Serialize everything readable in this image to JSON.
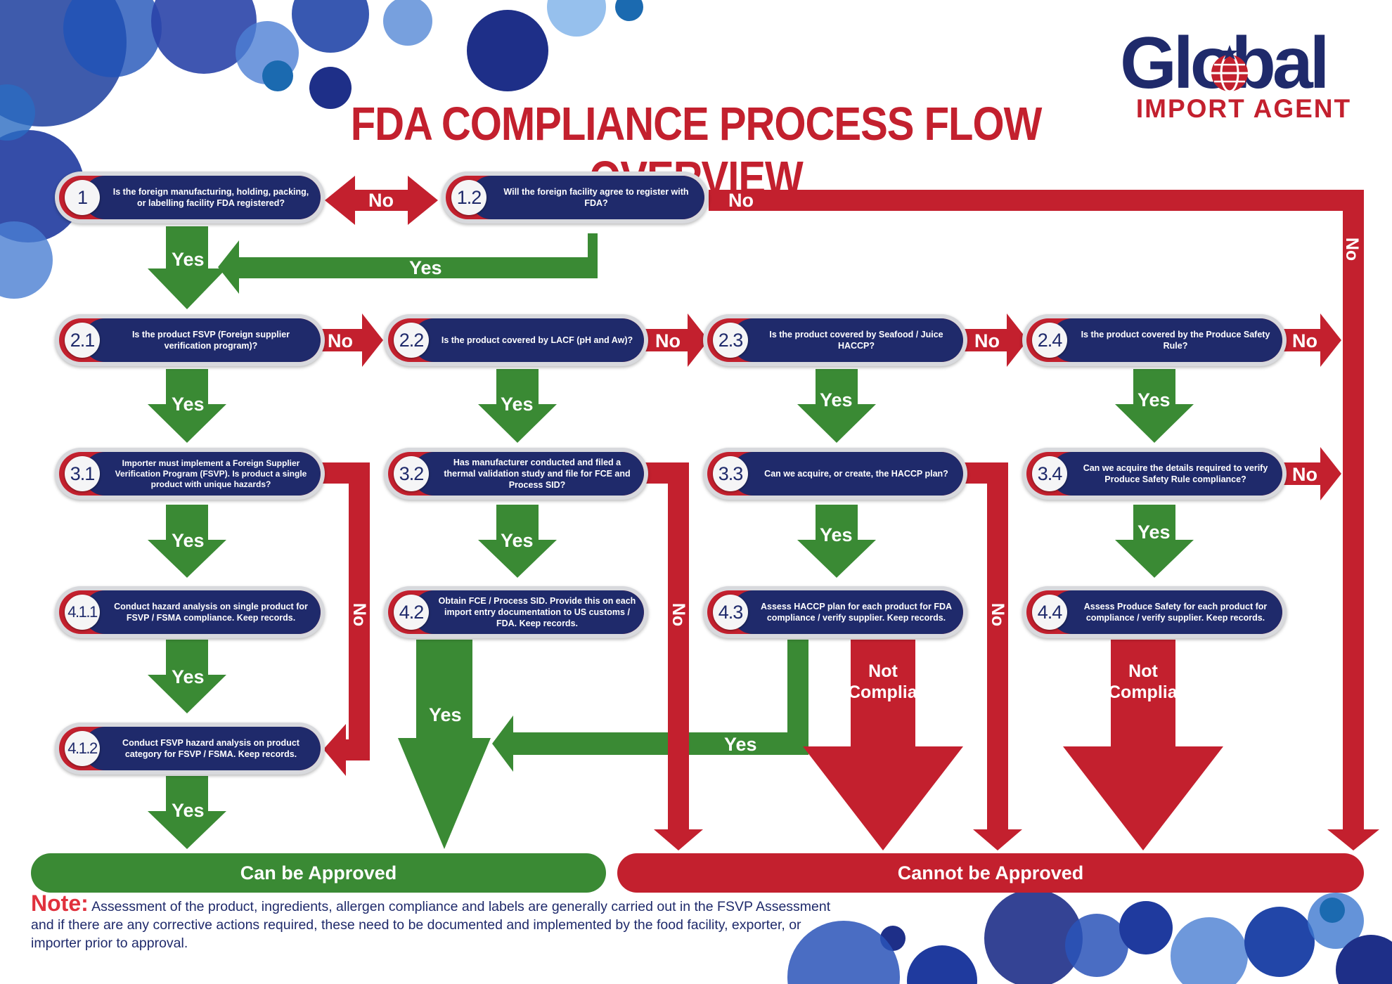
{
  "title": "FDA COMPLIANCE PROCESS FLOW OVERVIEW",
  "logo": {
    "main": "Global",
    "sub": "IMPORT AGENT"
  },
  "colors": {
    "navy": "#1f2a6b",
    "red": "#c3202e",
    "green": "#3a8a34"
  },
  "nodes": [
    {
      "id": "1",
      "text": "Is the foreign manufacturing, holding, packing, or labelling facility FDA registered?"
    },
    {
      "id": "1.2",
      "text": "Will the foreign facility agree to register with FDA?"
    },
    {
      "id": "2.1",
      "text": "Is the product FSVP (Foreign supplier verification program)?"
    },
    {
      "id": "2.2",
      "text": "Is the product covered by LACF (pH and Aw)?"
    },
    {
      "id": "2.3",
      "text": "Is the product covered by Seafood / Juice HACCP?"
    },
    {
      "id": "2.4",
      "text": "Is the product covered by the Produce Safety Rule?"
    },
    {
      "id": "3.1",
      "text": "Importer must implement a Foreign Supplier Verification Program (FSVP). Is product a single product with unique hazards?"
    },
    {
      "id": "3.2",
      "text": "Has manufacturer conducted and filed a thermal validation study and file for FCE and Process SID?"
    },
    {
      "id": "3.3",
      "text": "Can we acquire, or create, the HACCP plan?"
    },
    {
      "id": "3.4",
      "text": "Can we acquire the details required to verify Produce Safety Rule compliance?"
    },
    {
      "id": "4.1.1",
      "text": "Conduct hazard analysis on single product for FSVP / FSMA compliance. Keep records."
    },
    {
      "id": "4.1.2",
      "text": "Conduct FSVP hazard analysis on product category for FSVP / FSMA. Keep records."
    },
    {
      "id": "4.2",
      "text": "Obtain FCE / Process SID. Provide this on each import entry documentation to US customs / FDA. Keep records."
    },
    {
      "id": "4.3",
      "text": "Assess HACCP plan for each product for FDA compliance / verify supplier. Keep records."
    },
    {
      "id": "4.4",
      "text": "Assess Produce Safety for each product for compliance / verify supplier. Keep records."
    }
  ],
  "labels": {
    "yes": "Yes",
    "no": "No",
    "not_compliant": "Not Compliant"
  },
  "outcomes": {
    "approved": "Can be Approved",
    "not_approved": "Cannot be Approved"
  },
  "note": {
    "label": "Note:",
    "text": "Assessment of the product, ingredients, allergen compliance and labels are generally carried out in the FSVP Assessment and if there are any corrective actions required, these need to be documented and implemented by the food facility, exporter, or importer prior to approval."
  }
}
